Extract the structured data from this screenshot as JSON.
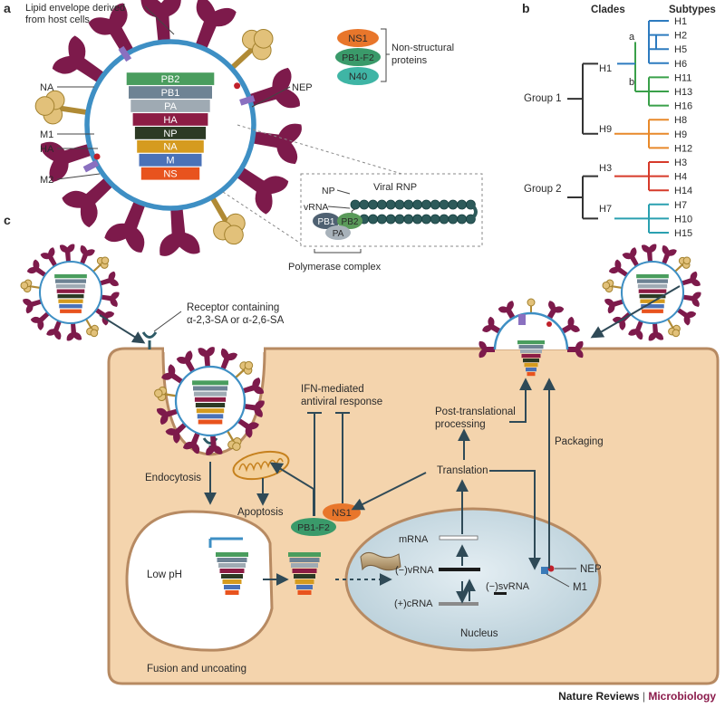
{
  "panels": {
    "a": "a",
    "b": "b",
    "c": "c"
  },
  "virion": {
    "envelope_label": [
      "Lipid envelope derived",
      "from host cells"
    ],
    "labels": {
      "na": "NA",
      "m1": "M1",
      "ha": "HA",
      "m2": "M2",
      "nep": "NEP"
    },
    "segments": [
      {
        "label": "PB2",
        "color": "#4a9d5e"
      },
      {
        "label": "PB1",
        "color": "#6e8394"
      },
      {
        "label": "PA",
        "color": "#9faab3"
      },
      {
        "label": "HA",
        "color": "#8c1c44"
      },
      {
        "label": "NP",
        "color": "#2c3a24"
      },
      {
        "label": "NA",
        "color": "#d59b1f"
      },
      {
        "label": "M",
        "color": "#4a72b8"
      },
      {
        "label": "NS",
        "color": "#e8531e"
      }
    ]
  },
  "nonstructural": {
    "items": [
      {
        "label": "NS1",
        "color": "#e8762b"
      },
      {
        "label": "PB1-F2",
        "color": "#3a9a6a"
      },
      {
        "label": "N40",
        "color": "#3fb5a5"
      }
    ],
    "caption": [
      "Non-structural",
      "proteins"
    ]
  },
  "rnp": {
    "title": "Viral RNP",
    "np": "NP",
    "vrna": "vRNA",
    "pb1": "PB1",
    "pb2": "PB2",
    "pa": "PA",
    "polymerase": "Polymerase complex"
  },
  "tree": {
    "headers": {
      "clades": "Clades",
      "subtypes": "Subtypes"
    },
    "group1": "Group 1",
    "group2": "Group 2",
    "nodes": {
      "h1": "H1",
      "h9": "H9",
      "h3": "H3",
      "h7": "H7",
      "a": "a",
      "b": "b"
    },
    "subtypes": [
      "H1",
      "H2",
      "H5",
      "H6",
      "H11",
      "H13",
      "H16",
      "H8",
      "H9",
      "H12",
      "H3",
      "H4",
      "H14",
      "H7",
      "H10",
      "H15"
    ],
    "colors": {
      "a": "#2d7bbf",
      "b": "#3aa04a",
      "h9": "#e8892a",
      "h3": "#d63a2a",
      "h7": "#2aa0b0"
    }
  },
  "cell": {
    "receptor": [
      "Receptor containing",
      "α-2,3-SA or α-2,6-SA"
    ],
    "endocytosis": "Endocytosis",
    "low_ph": "Low pH",
    "fusion": "Fusion and uncoating",
    "apoptosis": "Apoptosis",
    "ifn": [
      "IFN-mediated",
      "antiviral response"
    ],
    "ns1": "NS1",
    "pb1f2": "PB1-F2",
    "translation": "Translation",
    "ptp": [
      "Post-translational",
      "processing"
    ],
    "packaging": "Packaging",
    "mrna": "mRNA",
    "neg_vrna": "(−)vRNA",
    "neg_svrna": "(−)svRNA",
    "pos_crna": "(+)cRNA",
    "nucleus": "Nucleus",
    "nep": "NEP",
    "m1": "M1"
  },
  "credit": {
    "journal": "Nature Reviews",
    "separator": "|",
    "section": "Microbiology"
  }
}
